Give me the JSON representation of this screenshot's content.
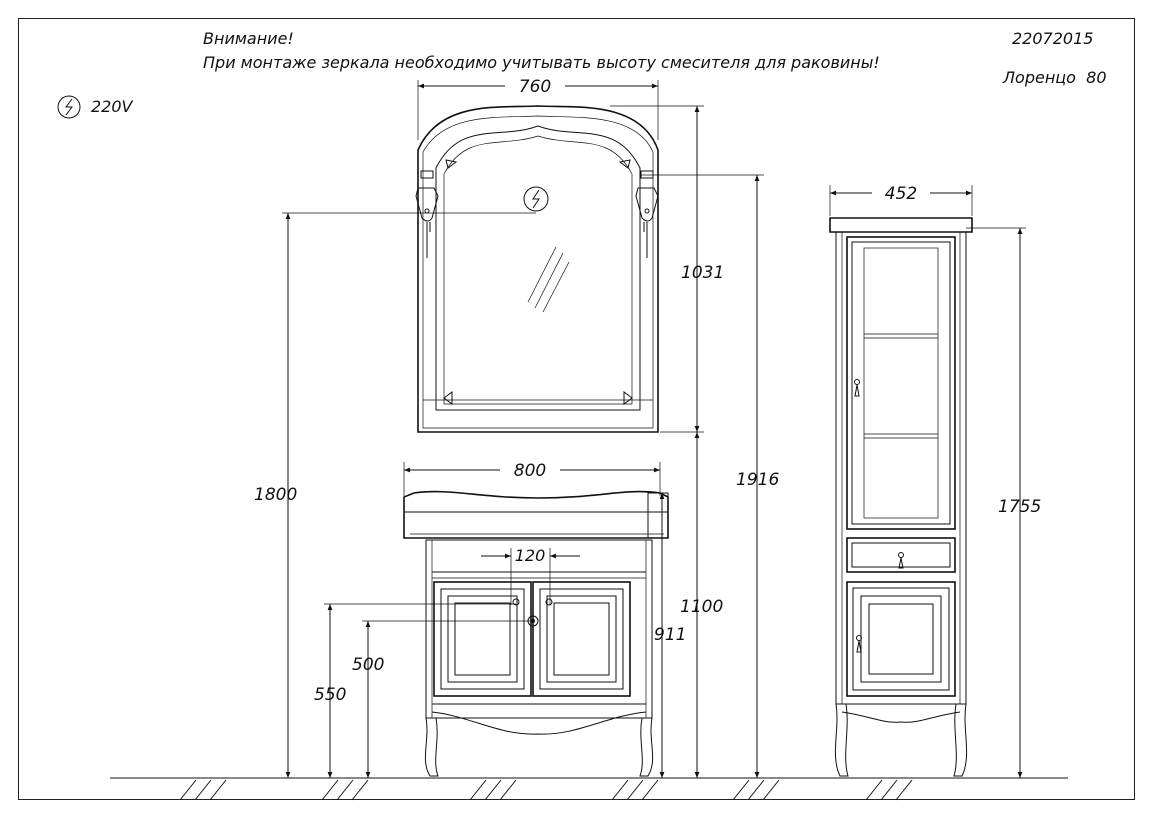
{
  "header": {
    "warning_title": "Внимание!",
    "warning_text": "При монтаже зеркала необходимо учитывать высоту смесителя для раковины!",
    "doc_code": "22072015",
    "product_name": "Лоренцо  80"
  },
  "power": {
    "icon": "power-outlet-icon",
    "label": "220V"
  },
  "dimensions": {
    "mirror_width": "760",
    "mirror_height": "1031",
    "sink_width": "800",
    "sink_height": "911",
    "mixer_spacing": "120",
    "mirror_bottom_height": "1100",
    "mirror_top_height": "1916",
    "outlet_height": "1800",
    "pipe_height_550": "550",
    "pipe_height_500": "500",
    "cabinet_width": "452",
    "cabinet_height": "1755"
  },
  "colors": {
    "line": "#111111",
    "background": "#ffffff"
  }
}
